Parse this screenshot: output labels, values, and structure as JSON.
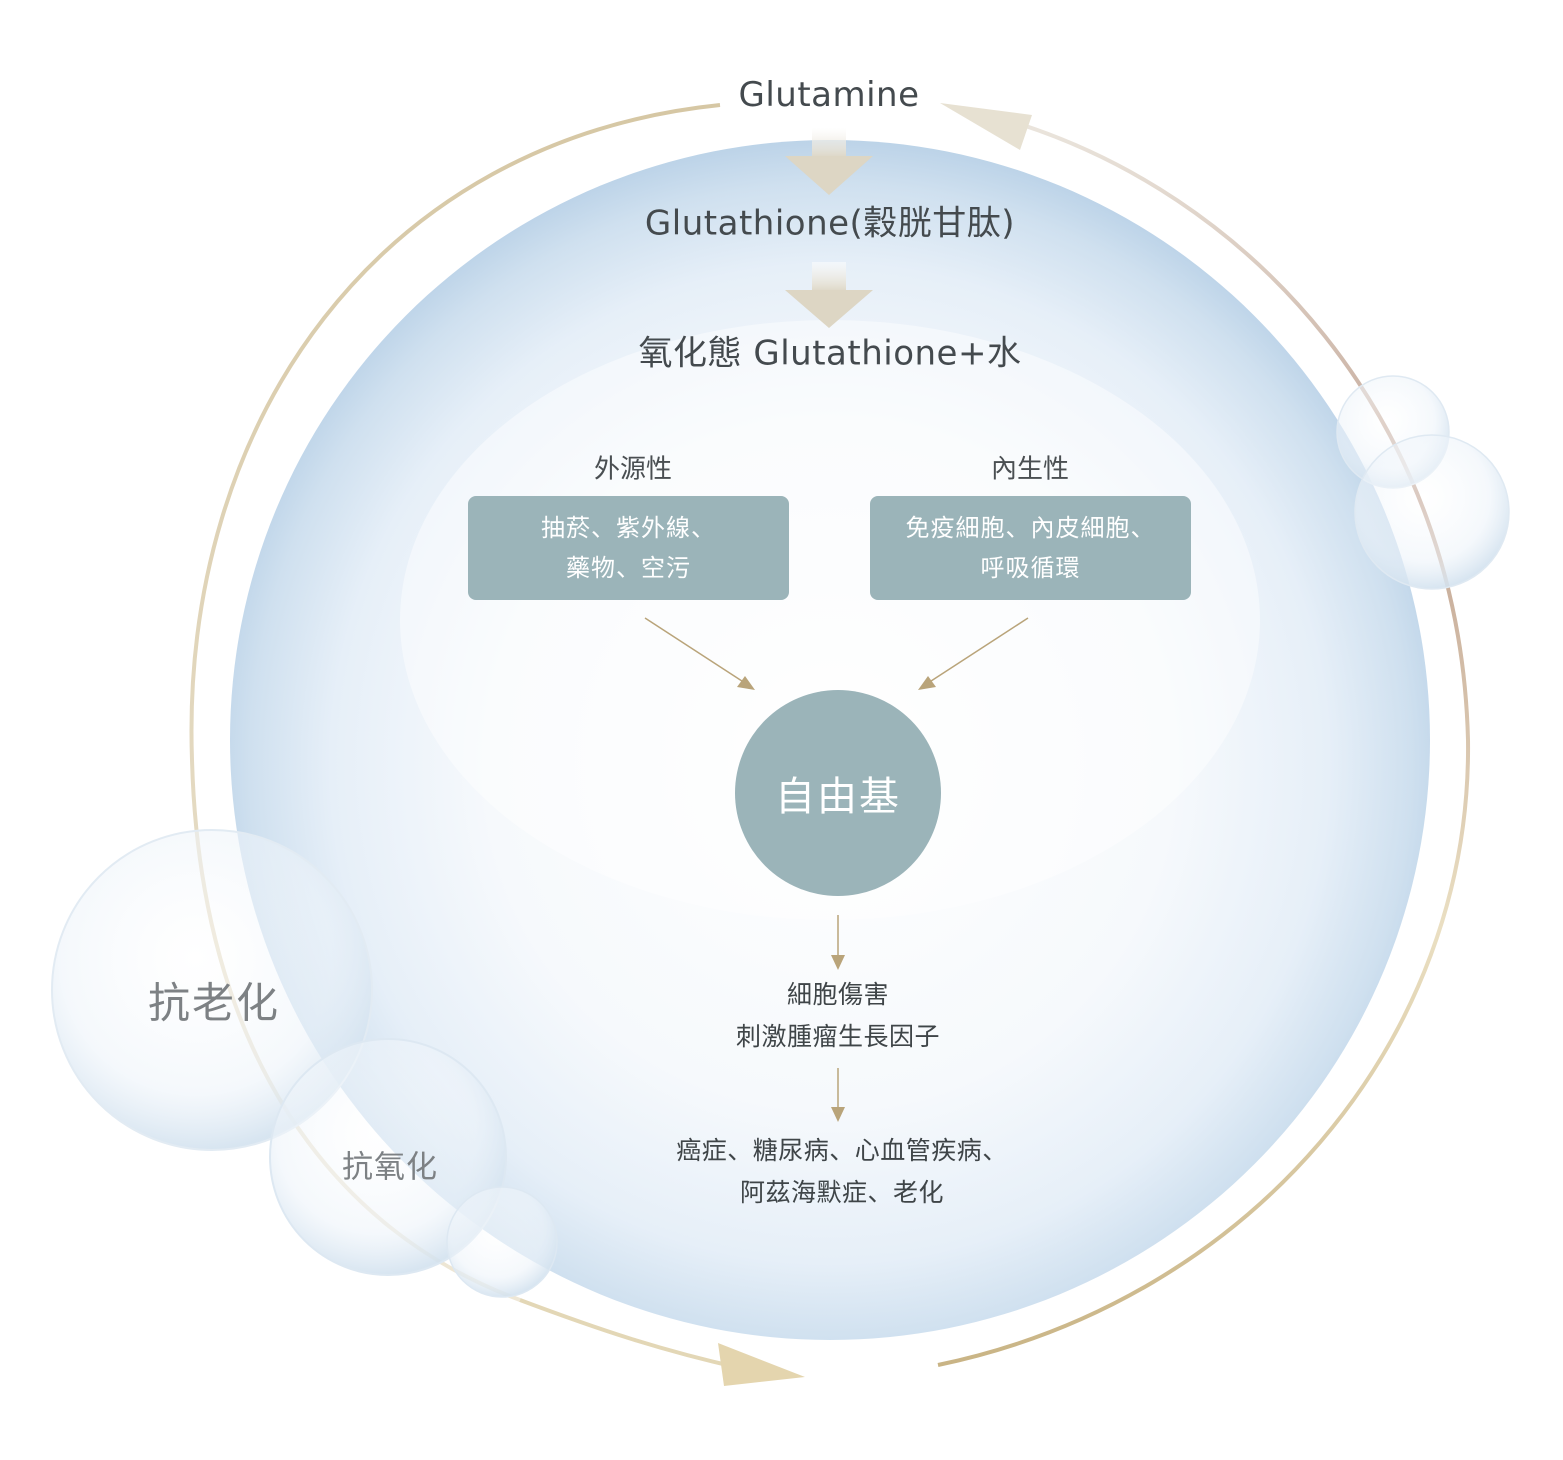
{
  "flow": {
    "step1": "Glutamine",
    "step2": "Glutathione(穀胱甘肽)",
    "step3": "氧化態 Glutathione+水"
  },
  "sources": {
    "external": {
      "label": "外源性",
      "lines": [
        "抽菸、紫外線、",
        "藥物、空污"
      ]
    },
    "internal": {
      "label": "內生性",
      "lines": [
        "免疫細胞、內皮細胞、",
        "呼吸循環"
      ]
    }
  },
  "center": {
    "label": "自由基"
  },
  "effects": {
    "lines": [
      "細胞傷害",
      "刺激腫瘤生長因子"
    ]
  },
  "diseases": {
    "lines": [
      "癌症、糖尿病、心血管疾病、",
      "阿茲海默症、老化"
    ]
  },
  "bubbles": {
    "anti_aging": "抗老化",
    "anti_oxidation": "抗氧化"
  },
  "colors": {
    "box_fill": "#9bb4b9",
    "arrow_gold": "#b9a47a",
    "ring_gold": "#d8c9a4",
    "bubble_blue": "#d7e8f4"
  }
}
